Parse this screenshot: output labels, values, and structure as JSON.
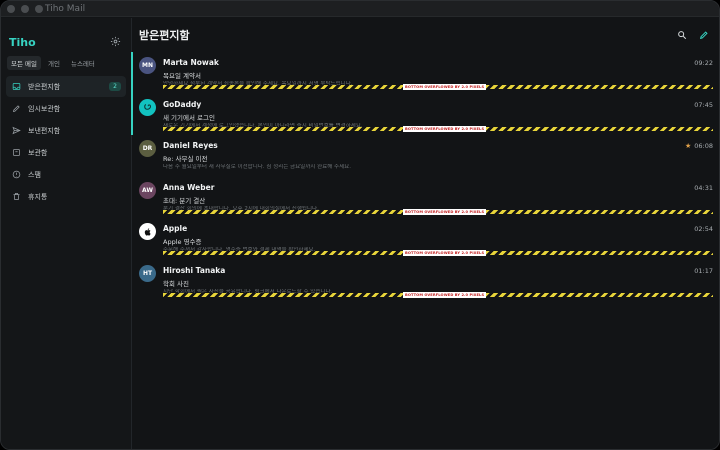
{
  "window": {
    "title": "Tiho Mail"
  },
  "sidebar": {
    "brand": "Tiho",
    "filters": [
      "모든 메일",
      "개인",
      "뉴스레터"
    ],
    "items": [
      {
        "label": "받은편지함",
        "icon": "inbox-icon",
        "badge": "2",
        "active": true
      },
      {
        "label": "임시보관함",
        "icon": "pencil-icon",
        "badge": "",
        "active": false
      },
      {
        "label": "보낸편지함",
        "icon": "send-icon",
        "badge": "",
        "active": false
      },
      {
        "label": "보관함",
        "icon": "archive-icon",
        "badge": "",
        "active": false
      },
      {
        "label": "스팸",
        "icon": "alert-icon",
        "badge": "",
        "active": false
      },
      {
        "label": "휴지통",
        "icon": "trash-icon",
        "badge": "",
        "active": false
      }
    ]
  },
  "main": {
    "title": "받은편지함",
    "overflow_label": "BOTTOM OVERFLOWED BY 2.0 PIXELS",
    "emails": [
      {
        "initials": "MN",
        "color": "#4a5480",
        "sender": "Marta Nowak",
        "subject": "목요일 계약서",
        "snippet": "안녕하세요 첨부된 계약서 최종본을 확인해 주세요. 목요일까지 서명 부탁드립니다.",
        "time": "09:22",
        "starred": false,
        "selected": true
      },
      {
        "initials": "",
        "color": "#12c2c0",
        "sender": "GoDaddy",
        "subject": "새 기기에서 로그인",
        "snippet": "새로운 기기에서 계정에 로그인했습니다. 본인이 아니라면 즉시 비밀번호를 변경하세요.",
        "time": "07:45",
        "starred": false,
        "selected": true
      },
      {
        "initials": "DR",
        "color": "#5b5e40",
        "sender": "Daniel Reyes",
        "subject": "Re: 사무실 이전",
        "snippet": "다음 주 월요일부터 새 사무실로 이전합니다. 짐 정리는 금요일까지 완료해 주세요.",
        "time": "06:08",
        "starred": true,
        "selected": false
      },
      {
        "initials": "AW",
        "color": "#6b4560",
        "sender": "Anna Weber",
        "subject": "초대: 분기 결산",
        "snippet": "분기 결산 회의에 초대합니다. 오후 2시에 대회의실에서 진행됩니다.",
        "time": "04:31",
        "starred": false,
        "selected": false
      },
      {
        "initials": "",
        "color": "#ffffff",
        "sender": "Apple",
        "subject": "Apple 영수증",
        "snippet": "주문해 주셔서 감사합니다. 영수증 번호와 결제 내역을 확인하세요.",
        "time": "02:54",
        "starred": false,
        "selected": false
      },
      {
        "initials": "HT",
        "color": "#3a6a8a",
        "sender": "Hiroshi Tanaka",
        "subject": "학회 사진",
        "snippet": "지난 학회에서 찍은 사진을 공유합니다. 링크에서 다운로드할 수 있습니다.",
        "time": "01:17",
        "starred": false,
        "selected": false
      }
    ]
  },
  "colors": {
    "accent": "#37d3c2",
    "overflow_stripe": "#e8d53a",
    "star": "#e0a14a"
  }
}
